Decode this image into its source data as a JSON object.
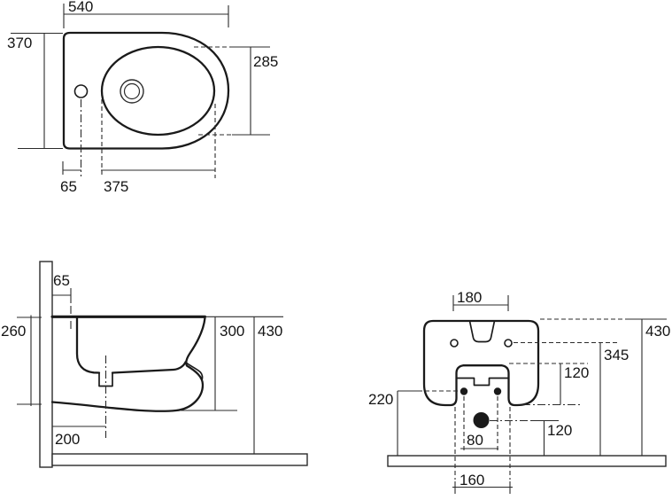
{
  "drawing": {
    "type": "technical-dimension-drawing",
    "subject": "wall-hung bidet",
    "units": "mm",
    "views": {
      "top": {
        "dims": {
          "overall_width": "540",
          "overall_depth": "370",
          "bowl_depth": "285",
          "tap_hole_offset": "65",
          "bowl_length": "375"
        }
      },
      "side": {
        "dims": {
          "tap_hole_from_wall": "65",
          "depth_at_wall": "260",
          "rear_height": "300",
          "rim_height": "430",
          "drain_from_wall": "200"
        }
      },
      "rear": {
        "dims": {
          "fixing_hole_spacing": "180",
          "rim_height": "430",
          "fixing_hole_height": "345",
          "recess_height": "120",
          "bolt_height": "220",
          "drain_height": "120",
          "bolt_spacing": "80",
          "recess_width": "160"
        }
      }
    }
  }
}
